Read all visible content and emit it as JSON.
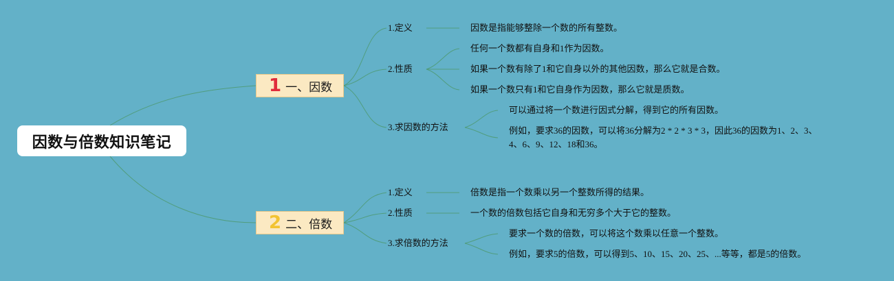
{
  "root": "因数与倍数知识笔记",
  "branches": [
    {
      "num": "1",
      "label": "一、因数",
      "subs": [
        {
          "label": "1.定义",
          "leaves": [
            "因数是指能够整除一个数的所有整数。"
          ]
        },
        {
          "label": "2.性质",
          "leaves": [
            "任何一个数都有自身和1作为因数。",
            "如果一个数有除了1和它自身以外的其他因数，那么它就是合数。",
            "如果一个数只有1和它自身作为因数，那么它就是质数。"
          ]
        },
        {
          "label": "3.求因数的方法",
          "leaves": [
            "可以通过将一个数进行因式分解，得到它的所有因数。",
            "例如，要求36的因数，可以将36分解为2 * 2 * 3 * 3，因此36的因数为1、2、3、",
            "4、6、9、12、18和36。"
          ]
        }
      ]
    },
    {
      "num": "2",
      "label": "二、倍数",
      "subs": [
        {
          "label": "1.定义",
          "leaves": [
            "倍数是指一个数乘以另一个整数所得的结果。"
          ]
        },
        {
          "label": "2.性质",
          "leaves": [
            "一个数的倍数包括它自身和无穷多个大于它的整数。"
          ]
        },
        {
          "label": "3.求倍数的方法",
          "leaves": [
            "要求一个数的倍数，可以将这个数乘以任意一个整数。",
            "例如，要求5的倍数，可以得到5、10、15、20、25、...等等，都是5的倍数。"
          ]
        }
      ]
    }
  ]
}
